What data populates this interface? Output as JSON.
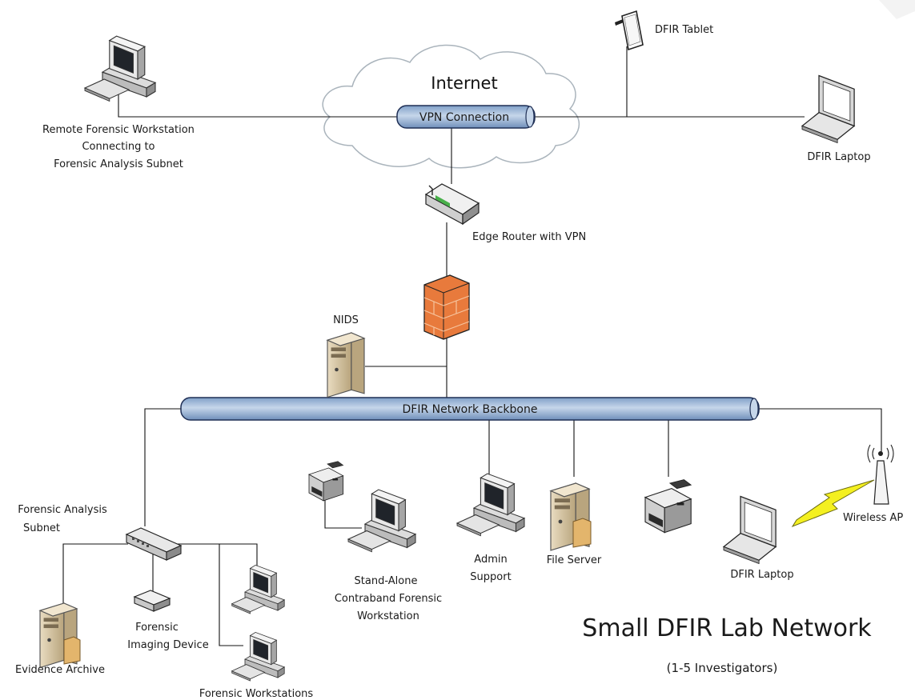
{
  "diagram": {
    "title": "Small DFIR Lab Network",
    "subtitle": "(1-5 Investigators)",
    "cloud_label": "Internet",
    "vpn_label": "VPN Connection",
    "backbone_label": "DFIR Network Backbone",
    "nodes": {
      "remote_workstation": [
        "Remote Forensic Workstation",
        "Connecting to",
        "Forensic Analysis Subnet"
      ],
      "dfir_tablet": "DFIR Tablet",
      "dfir_laptop_top": "DFIR Laptop",
      "edge_router": "Edge Router with VPN",
      "nids": "NIDS",
      "forensic_subnet": [
        "Forensic Analysis",
        "Subnet"
      ],
      "evidence_archive": "Evidence Archive",
      "imaging_device": [
        "Forensic",
        "Imaging Device"
      ],
      "forensic_workstations": "Forensic Workstations",
      "standalone_workstation": [
        "Stand-Alone",
        "Contraband Forensic",
        "Workstation"
      ],
      "admin_support": [
        "Admin",
        "Support"
      ],
      "file_server": "File Server",
      "dfir_laptop_bottom": "DFIR Laptop",
      "wireless_ap": "Wireless AP"
    },
    "colors": {
      "pipe_fill": "#a9c1de",
      "pipe_stroke": "#1f2f55",
      "firewall": "#e87a3c",
      "lightning": "#f4f020",
      "cloud_stroke": "#aab4bc"
    },
    "icons": [
      "computer-icon",
      "tablet-icon",
      "laptop-icon",
      "router-icon",
      "firewall-icon",
      "server-icon",
      "switch-icon",
      "printer-icon",
      "wireless-ap-icon",
      "imaging-device-icon",
      "lightning-icon",
      "cloud-icon"
    ]
  }
}
